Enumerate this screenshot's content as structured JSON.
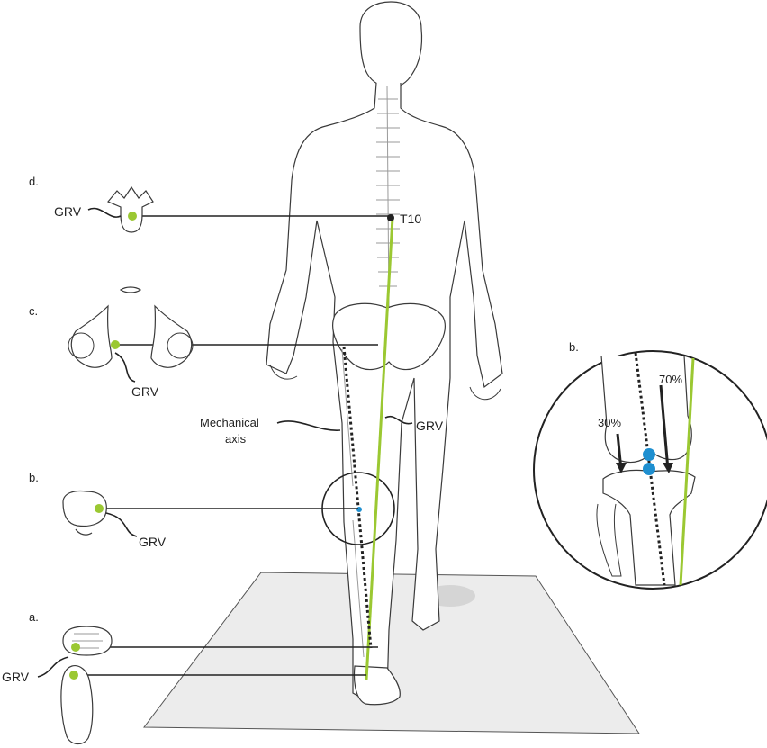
{
  "labels": {
    "panel_d": "d.",
    "panel_c": "c.",
    "panel_b": "b.",
    "panel_a": "a.",
    "panel_b_detail": "b.",
    "grv_d": "GRV",
    "grv_c": "GRV",
    "grv_b": "GRV",
    "grv_a": "GRV",
    "grv_leg": "GRV",
    "t10": "T10",
    "mechanical_axis_line1": "Mechanical",
    "mechanical_axis_line2": "axis",
    "pct_medial": "30%",
    "pct_lateral": "70%"
  },
  "colors": {
    "grv_line": "#9bc832",
    "contact_point": "#1e8fd0",
    "outline": "#3a3a3a",
    "floor": "#ececec"
  }
}
